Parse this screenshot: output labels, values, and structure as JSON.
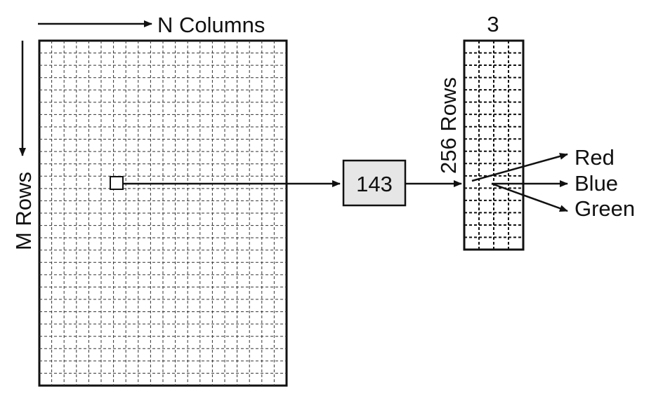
{
  "image_matrix": {
    "columns_label": "N Columns",
    "rows_label": "M Rows"
  },
  "index_value": "143",
  "colormap": {
    "columns_label": "3",
    "rows_label": "256 Rows"
  },
  "outputs": [
    "Red",
    "Blue",
    "Green"
  ],
  "colors": {
    "stroke": "#111111",
    "grid": "#333333",
    "index_box_fill": "#e6e6e6",
    "background": "#ffffff"
  }
}
